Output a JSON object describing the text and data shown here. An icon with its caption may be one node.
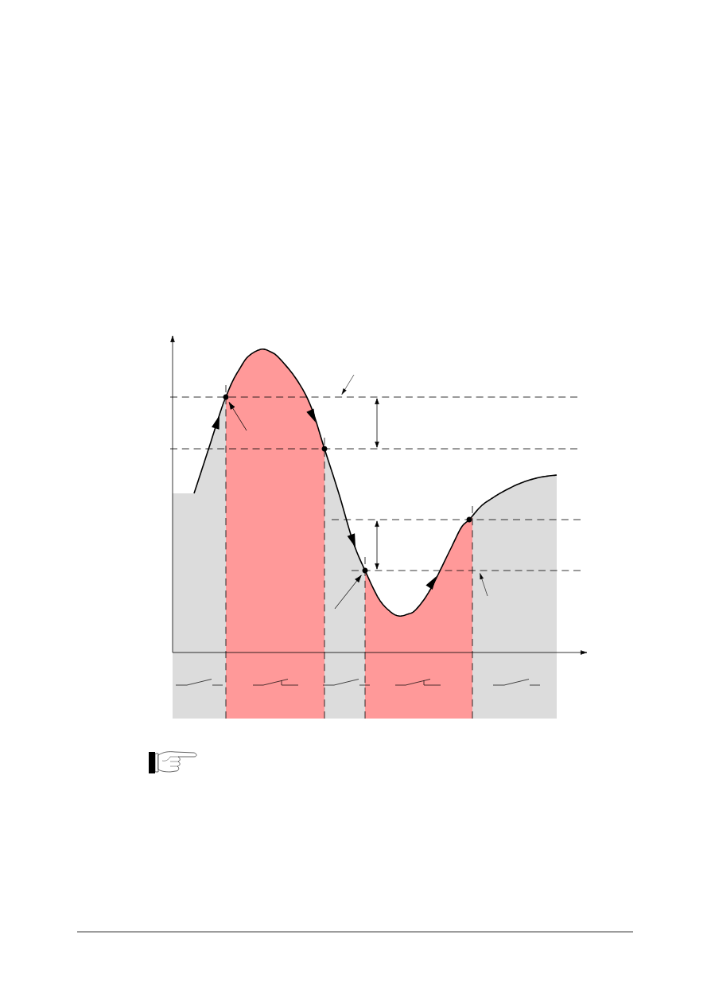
{
  "diagram": {
    "nodes": [
      {
        "text": [],
        "shape": "circle"
      },
      {
        "text": [],
        "shape": "circle"
      },
      {
        "text": [],
        "shape": "circle"
      },
      {
        "text": [],
        "shape": "circle"
      }
    ],
    "edges": [
      {
        "from": null,
        "to": 0,
        "arrow": "to"
      },
      {
        "from": null,
        "to": 2,
        "arrow": "to"
      }
    ]
  }
}
